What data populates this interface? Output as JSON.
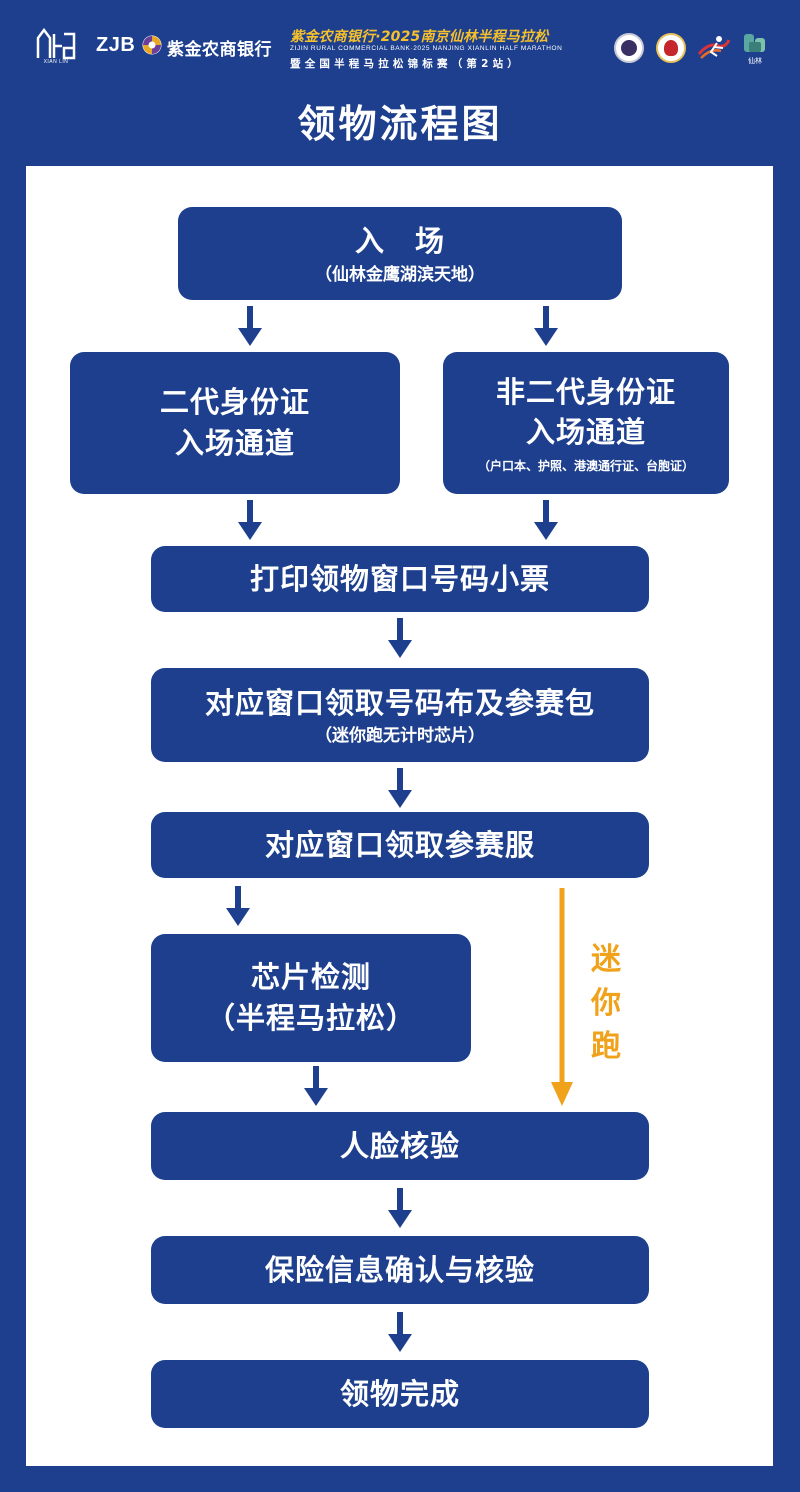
{
  "header": {
    "xianlin_logo_caption": "XIAN LIN",
    "bank_short": "ZJB",
    "bank_name": "紫金农商银行",
    "event_title": "紫金农商银行·2025南京仙林半程马拉松",
    "event_title_en": "ZIJIN RURAL COMMERCIAL BANK·2025 NANJING XIANLIN HALF MARATHON",
    "event_subtitle": "暨全国半程马拉松锦标赛（第2站）",
    "partner_caption": "仙林"
  },
  "page_title": "领物流程图",
  "colors": {
    "primary": "#1d3f8e",
    "accent": "#f0a21b",
    "panel": "#ffffff",
    "gold": "#f5c02c"
  },
  "steps": {
    "entry": {
      "title": "入　场",
      "sub": "（仙林金鹰湖滨天地）"
    },
    "id2_channel": {
      "line1": "二代身份证",
      "line2": "入场通道"
    },
    "non_id2_channel": {
      "line1": "非二代身份证",
      "line2": "入场通道",
      "note": "（户口本、护照、港澳通行证、台胞证）"
    },
    "print_ticket": {
      "title": "打印领物窗口号码小票"
    },
    "collect_bib": {
      "title": "对应窗口领取号码布及参赛包",
      "sub": "（迷你跑无计时芯片）"
    },
    "collect_shirt": {
      "title": "对应窗口领取参赛服"
    },
    "chip_check": {
      "line1": "芯片检测",
      "line2": "（半程马拉松）"
    },
    "face_check": {
      "title": "人脸核验"
    },
    "insurance": {
      "title": "保险信息确认与核验"
    },
    "done": {
      "title": "领物完成"
    }
  },
  "mini_run_label": [
    "迷",
    "你",
    "跑"
  ]
}
